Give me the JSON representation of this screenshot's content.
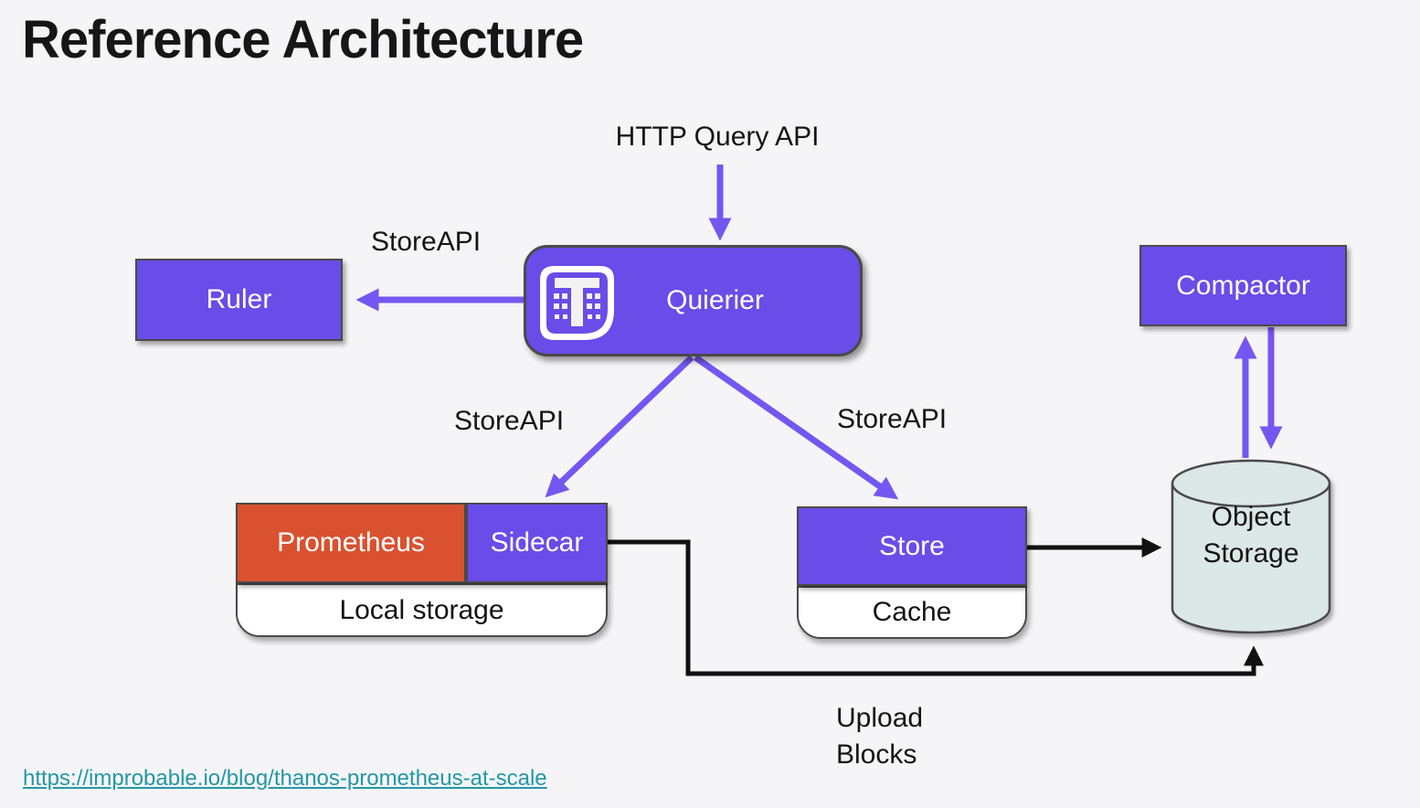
{
  "title": "Reference Architecture",
  "labels": {
    "http_query_api": "HTTP Query API",
    "store_api_ruler": "StoreAPI",
    "store_api_sidecar": "StoreAPI",
    "store_api_store": "StoreAPI",
    "upload_blocks": "Upload\nBlocks"
  },
  "nodes": {
    "querier": {
      "label": "Quierier"
    },
    "ruler": {
      "label": "Ruler"
    },
    "compactor": {
      "label": "Compactor"
    },
    "prometheus": {
      "label": "Prometheus"
    },
    "sidecar": {
      "label": "Sidecar"
    },
    "local_storage": {
      "label": "Local storage"
    },
    "store": {
      "label": "Store"
    },
    "cache": {
      "label": "Cache"
    },
    "object_storage": {
      "label": "Object\nStorage"
    }
  },
  "edges": [
    {
      "from": "HTTP Query API",
      "to": "querier",
      "label": "",
      "style": "purple-arrow"
    },
    {
      "from": "querier",
      "to": "ruler",
      "label": "StoreAPI",
      "style": "purple-arrow"
    },
    {
      "from": "querier",
      "to": "sidecar",
      "label": "StoreAPI",
      "style": "purple-arrow"
    },
    {
      "from": "querier",
      "to": "store",
      "label": "StoreAPI",
      "style": "purple-arrow"
    },
    {
      "from": "object_storage",
      "to": "compactor",
      "label": "",
      "style": "purple-arrow"
    },
    {
      "from": "compactor",
      "to": "object_storage",
      "label": "",
      "style": "purple-arrow"
    },
    {
      "from": "store",
      "to": "object_storage",
      "label": "",
      "style": "black-arrow"
    },
    {
      "from": "sidecar",
      "to": "object_storage",
      "label": "Upload Blocks",
      "style": "black-arrow"
    }
  ],
  "footer": {
    "link": "https://improbable.io/blog/thanos-prometheus-at-scale"
  },
  "colors": {
    "background": "#f5f5f7",
    "node_purple": "#6a4ce8",
    "arrow_purple": "#7457f0",
    "prometheus_orange": "#d9512f",
    "cylinder_fill": "#dce7e7",
    "border_dark": "#4a4a4a",
    "link_teal": "#2397a8",
    "text_black": "#141414",
    "text_white": "#ffffff"
  }
}
